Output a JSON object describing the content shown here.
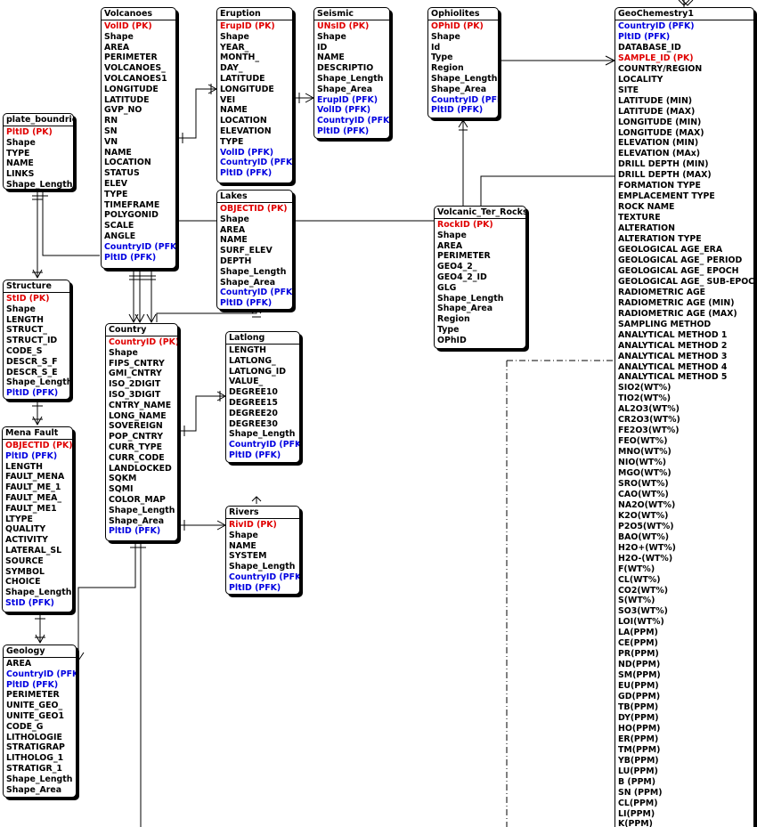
{
  "entities": {
    "plate_boundries": {
      "title": "plate_boundries",
      "fields": [
        {
          "text": "PltID (PK)",
          "kind": "pk"
        },
        {
          "text": "Shape",
          "kind": ""
        },
        {
          "text": "TYPE",
          "kind": ""
        },
        {
          "text": "NAME",
          "kind": ""
        },
        {
          "text": "LINKS",
          "kind": ""
        },
        {
          "text": "Shape_Length",
          "kind": ""
        }
      ]
    },
    "structure": {
      "title": "Structure",
      "fields": [
        {
          "text": "StID (PK)",
          "kind": "pk"
        },
        {
          "text": "Shape",
          "kind": ""
        },
        {
          "text": "LENGTH",
          "kind": ""
        },
        {
          "text": "STRUCT_",
          "kind": ""
        },
        {
          "text": "STRUCT_ID",
          "kind": ""
        },
        {
          "text": "CODE_S",
          "kind": ""
        },
        {
          "text": "DESCR_S_F",
          "kind": ""
        },
        {
          "text": "DESCR_S_E",
          "kind": ""
        },
        {
          "text": "Shape_Length",
          "kind": ""
        },
        {
          "text": "PltID (PFK)",
          "kind": "fk"
        }
      ]
    },
    "mena_fault": {
      "title": "Mena Fault",
      "fields": [
        {
          "text": "OBJECTID (PK)",
          "kind": "pk"
        },
        {
          "text": "PltID (PFK)",
          "kind": "fk"
        },
        {
          "text": "LENGTH",
          "kind": ""
        },
        {
          "text": "FAULT_MENA",
          "kind": ""
        },
        {
          "text": "FAULT_ME_1",
          "kind": ""
        },
        {
          "text": "FAULT_MEA_",
          "kind": ""
        },
        {
          "text": "FAULT_ME1",
          "kind": ""
        },
        {
          "text": "LTYPE",
          "kind": ""
        },
        {
          "text": "QUALITY",
          "kind": ""
        },
        {
          "text": "ACTIVITY",
          "kind": ""
        },
        {
          "text": "LATERAL_SL",
          "kind": ""
        },
        {
          "text": "SOURCE",
          "kind": ""
        },
        {
          "text": "SYMBOL",
          "kind": ""
        },
        {
          "text": "CHOICE",
          "kind": ""
        },
        {
          "text": "Shape_Length",
          "kind": ""
        },
        {
          "text": "StID (PFK)",
          "kind": "fk"
        }
      ]
    },
    "geology": {
      "title": "Geology",
      "fields": [
        {
          "text": "AREA",
          "kind": ""
        },
        {
          "text": "CountryID (PFK)",
          "kind": "fk"
        },
        {
          "text": "PltID (PFK)",
          "kind": "fk"
        },
        {
          "text": "PERIMETER",
          "kind": ""
        },
        {
          "text": "UNITE_GEO_",
          "kind": ""
        },
        {
          "text": "UNITE_GEO1",
          "kind": ""
        },
        {
          "text": "CODE_G",
          "kind": ""
        },
        {
          "text": "LITHOLOGIE",
          "kind": ""
        },
        {
          "text": "STRATIGRAP",
          "kind": ""
        },
        {
          "text": "LITHOLOG_1",
          "kind": ""
        },
        {
          "text": "STRATIGR_1",
          "kind": ""
        },
        {
          "text": "Shape_Length",
          "kind": ""
        },
        {
          "text": "Shape_Area",
          "kind": ""
        }
      ]
    },
    "volcanoes": {
      "title": "Volcanoes",
      "fields": [
        {
          "text": "VolID (PK)",
          "kind": "pk"
        },
        {
          "text": "Shape",
          "kind": ""
        },
        {
          "text": "AREA",
          "kind": ""
        },
        {
          "text": "PERIMETER",
          "kind": ""
        },
        {
          "text": "VOLCANOES_",
          "kind": ""
        },
        {
          "text": "VOLCANOES1",
          "kind": ""
        },
        {
          "text": "LONGITUDE",
          "kind": ""
        },
        {
          "text": "LATITUDE",
          "kind": ""
        },
        {
          "text": "GVP_NO",
          "kind": ""
        },
        {
          "text": "RN",
          "kind": ""
        },
        {
          "text": "SN",
          "kind": ""
        },
        {
          "text": "VN",
          "kind": ""
        },
        {
          "text": "NAME",
          "kind": ""
        },
        {
          "text": "LOCATION",
          "kind": ""
        },
        {
          "text": "STATUS",
          "kind": ""
        },
        {
          "text": "ELEV",
          "kind": ""
        },
        {
          "text": "TYPE",
          "kind": ""
        },
        {
          "text": "TIMEFRAME",
          "kind": ""
        },
        {
          "text": "POLYGONID",
          "kind": ""
        },
        {
          "text": "SCALE",
          "kind": ""
        },
        {
          "text": "ANGLE",
          "kind": ""
        },
        {
          "text": "CountryID (PFK)",
          "kind": "fk"
        },
        {
          "text": "PltID (PFK)",
          "kind": "fk"
        }
      ]
    },
    "country": {
      "title": "Country",
      "fields": [
        {
          "text": "CountryID (PK)",
          "kind": "pk"
        },
        {
          "text": "Shape",
          "kind": ""
        },
        {
          "text": "FIPS_CNTRY",
          "kind": ""
        },
        {
          "text": "GMI_CNTRY",
          "kind": ""
        },
        {
          "text": "ISO_2DIGIT",
          "kind": ""
        },
        {
          "text": "ISO_3DIGIT",
          "kind": ""
        },
        {
          "text": "CNTRY_NAME",
          "kind": ""
        },
        {
          "text": "LONG_NAME",
          "kind": ""
        },
        {
          "text": "SOVEREIGN",
          "kind": ""
        },
        {
          "text": "POP_CNTRY",
          "kind": ""
        },
        {
          "text": "CURR_TYPE",
          "kind": ""
        },
        {
          "text": "CURR_CODE",
          "kind": ""
        },
        {
          "text": "LANDLOCKED",
          "kind": ""
        },
        {
          "text": "SQKM",
          "kind": ""
        },
        {
          "text": "SQMI",
          "kind": ""
        },
        {
          "text": "COLOR_MAP",
          "kind": ""
        },
        {
          "text": "Shape_Length",
          "kind": ""
        },
        {
          "text": "Shape_Area",
          "kind": ""
        },
        {
          "text": "PltID (PFK)",
          "kind": "fk"
        }
      ]
    },
    "eruption": {
      "title": "Eruption",
      "fields": [
        {
          "text": "ErupID (PK)",
          "kind": "pk"
        },
        {
          "text": "Shape",
          "kind": ""
        },
        {
          "text": "YEAR_",
          "kind": ""
        },
        {
          "text": "MONTH_",
          "kind": ""
        },
        {
          "text": "DAY_",
          "kind": ""
        },
        {
          "text": "LATITUDE",
          "kind": ""
        },
        {
          "text": "LONGITUDE",
          "kind": ""
        },
        {
          "text": "VEI",
          "kind": ""
        },
        {
          "text": "NAME",
          "kind": ""
        },
        {
          "text": "LOCATION",
          "kind": ""
        },
        {
          "text": "ELEVATION",
          "kind": ""
        },
        {
          "text": "TYPE",
          "kind": ""
        },
        {
          "text": "VolID (PFK)",
          "kind": "fk"
        },
        {
          "text": "CountryID (PFK)",
          "kind": "fk"
        },
        {
          "text": "PltID (PFK)",
          "kind": "fk"
        }
      ]
    },
    "lakes": {
      "title": "Lakes",
      "fields": [
        {
          "text": "OBJECTID (PK)",
          "kind": "pk"
        },
        {
          "text": "Shape",
          "kind": ""
        },
        {
          "text": "AREA",
          "kind": ""
        },
        {
          "text": "NAME",
          "kind": ""
        },
        {
          "text": "SURF_ELEV",
          "kind": ""
        },
        {
          "text": "DEPTH",
          "kind": ""
        },
        {
          "text": "Shape_Length",
          "kind": ""
        },
        {
          "text": "Shape_Area",
          "kind": ""
        },
        {
          "text": "CountryID (PFK)",
          "kind": "fk"
        },
        {
          "text": "PltID (PFK)",
          "kind": "fk"
        }
      ]
    },
    "latlong": {
      "title": "Latlong",
      "fields": [
        {
          "text": "LENGTH",
          "kind": ""
        },
        {
          "text": "LATLONG_",
          "kind": ""
        },
        {
          "text": "LATLONG_ID",
          "kind": ""
        },
        {
          "text": "VALUE_",
          "kind": ""
        },
        {
          "text": "DEGREE10",
          "kind": ""
        },
        {
          "text": "DEGREE15",
          "kind": ""
        },
        {
          "text": "DEGREE20",
          "kind": ""
        },
        {
          "text": "DEGREE30",
          "kind": ""
        },
        {
          "text": "Shape_Length",
          "kind": ""
        },
        {
          "text": "CountryID (PFK)",
          "kind": "fk"
        },
        {
          "text": "PltID (PFK)",
          "kind": "fk"
        }
      ]
    },
    "rivers": {
      "title": "Rivers",
      "fields": [
        {
          "text": "RivID (PK)",
          "kind": "pk"
        },
        {
          "text": "Shape",
          "kind": ""
        },
        {
          "text": "NAME",
          "kind": ""
        },
        {
          "text": "SYSTEM",
          "kind": ""
        },
        {
          "text": "Shape_Length",
          "kind": ""
        },
        {
          "text": "CountryID (PFK)",
          "kind": "fk"
        },
        {
          "text": "PltID (PFK)",
          "kind": "fk"
        }
      ]
    },
    "seismic": {
      "title": "Seismic",
      "fields": [
        {
          "text": "UNsID (PK)",
          "kind": "pk"
        },
        {
          "text": "Shape",
          "kind": ""
        },
        {
          "text": "ID",
          "kind": ""
        },
        {
          "text": "NAME",
          "kind": ""
        },
        {
          "text": "DESCRIPTIO",
          "kind": ""
        },
        {
          "text": "Shape_Length",
          "kind": ""
        },
        {
          "text": "Shape_Area",
          "kind": ""
        },
        {
          "text": "ErupID (PFK)",
          "kind": "fk"
        },
        {
          "text": "VolID (PFK)",
          "kind": "fk"
        },
        {
          "text": "CountryID (PFK)",
          "kind": "fk"
        },
        {
          "text": "PltID (PFK)",
          "kind": "fk"
        }
      ]
    },
    "ophiolites": {
      "title": "Ophiolites",
      "fields": [
        {
          "text": "OPhID (PK)",
          "kind": "pk"
        },
        {
          "text": "Shape",
          "kind": ""
        },
        {
          "text": "Id",
          "kind": ""
        },
        {
          "text": "Type",
          "kind": ""
        },
        {
          "text": "Region",
          "kind": ""
        },
        {
          "text": "Shape_Length",
          "kind": ""
        },
        {
          "text": "Shape_Area",
          "kind": ""
        },
        {
          "text": "CountryID (PFK)",
          "kind": "fk"
        },
        {
          "text": "PltID (PFK)",
          "kind": "fk"
        }
      ]
    },
    "volcanic_ter_rocks": {
      "title": "Volcanic_Ter_Rocks",
      "fields": [
        {
          "text": "RockID (PK)",
          "kind": "pk"
        },
        {
          "text": "Shape",
          "kind": ""
        },
        {
          "text": "AREA",
          "kind": ""
        },
        {
          "text": "PERIMETER",
          "kind": ""
        },
        {
          "text": "GEO4_2_",
          "kind": ""
        },
        {
          "text": "GEO4_2_ID",
          "kind": ""
        },
        {
          "text": "GLG",
          "kind": ""
        },
        {
          "text": "Shape_Length",
          "kind": ""
        },
        {
          "text": "Shape_Area",
          "kind": ""
        },
        {
          "text": "Region",
          "kind": ""
        },
        {
          "text": "Type",
          "kind": ""
        },
        {
          "text": "OPhID",
          "kind": ""
        }
      ]
    },
    "geochemistry1": {
      "title": "GeoChemestry1",
      "fields": [
        {
          "text": "CountryID (PFK)",
          "kind": "fk"
        },
        {
          "text": "PltID (PFK)",
          "kind": "fk"
        },
        {
          "text": "DATABASE_ID",
          "kind": ""
        },
        {
          "text": "SAMPLE_ID (PK)",
          "kind": "pk"
        },
        {
          "text": "COUNTRY/REGION",
          "kind": ""
        },
        {
          "text": "LOCALITY",
          "kind": ""
        },
        {
          "text": "SITE",
          "kind": ""
        },
        {
          "text": "LATITUDE (MIN)",
          "kind": ""
        },
        {
          "text": "LATITUDE (MAX)",
          "kind": ""
        },
        {
          "text": "LONGITUDE (MIN)",
          "kind": ""
        },
        {
          "text": "LONGITUDE (MAX)",
          "kind": ""
        },
        {
          "text": "ELEVATION (MIN)",
          "kind": ""
        },
        {
          "text": "ELEVATION (MAx)",
          "kind": ""
        },
        {
          "text": "DRILL DEPTH (MIN)",
          "kind": ""
        },
        {
          "text": "DRILL DEPTH (MAX)",
          "kind": ""
        },
        {
          "text": "FORMATION TYPE",
          "kind": ""
        },
        {
          "text": "EMPLACEMENT TYPE",
          "kind": ""
        },
        {
          "text": "ROCK NAME",
          "kind": ""
        },
        {
          "text": "TEXTURE",
          "kind": ""
        },
        {
          "text": "ALTERATION",
          "kind": ""
        },
        {
          "text": "ALTERATION TYPE",
          "kind": ""
        },
        {
          "text": "GEOLOGICAL AGE_ERA",
          "kind": ""
        },
        {
          "text": "GEOLOGICAL AGE_ PERIOD",
          "kind": ""
        },
        {
          "text": "GEOLOGICAL AGE_ EPOCH",
          "kind": ""
        },
        {
          "text": "GEOLOGICAL AGE_ SUB-EPOCH",
          "kind": ""
        },
        {
          "text": "RADIOMETRIC AGE",
          "kind": ""
        },
        {
          "text": "RADIOMETRIC AGE (MIN)",
          "kind": ""
        },
        {
          "text": "RADIOMETRIC AGE (MAX)",
          "kind": ""
        },
        {
          "text": "SAMPLING METHOD",
          "kind": ""
        },
        {
          "text": "ANALYTICAL METHOD 1",
          "kind": ""
        },
        {
          "text": "ANALYTICAL METHOD 2",
          "kind": ""
        },
        {
          "text": "ANALYTICAL METHOD 3",
          "kind": ""
        },
        {
          "text": "ANALYTICAL METHOD 4",
          "kind": ""
        },
        {
          "text": "ANALYTICAL METHOD 5",
          "kind": ""
        },
        {
          "text": "SIO2(WT%)",
          "kind": ""
        },
        {
          "text": "TIO2(WT%)",
          "kind": ""
        },
        {
          "text": "AL2O3(WT%)",
          "kind": ""
        },
        {
          "text": "CR2O3(WT%)",
          "kind": ""
        },
        {
          "text": "FE2O3(WT%)",
          "kind": ""
        },
        {
          "text": "FEO(WT%)",
          "kind": ""
        },
        {
          "text": "MNO(WT%)",
          "kind": ""
        },
        {
          "text": "NIO(WT%)",
          "kind": ""
        },
        {
          "text": "MGO(WT%)",
          "kind": ""
        },
        {
          "text": "SRO(WT%)",
          "kind": ""
        },
        {
          "text": "CAO(WT%)",
          "kind": ""
        },
        {
          "text": "NA2O(WT%)",
          "kind": ""
        },
        {
          "text": "K2O(WT%)",
          "kind": ""
        },
        {
          "text": "P2O5(WT%)",
          "kind": ""
        },
        {
          "text": "BAO(WT%)",
          "kind": ""
        },
        {
          "text": "H2O+(WT%)",
          "kind": ""
        },
        {
          "text": "H2O-(WT%)",
          "kind": ""
        },
        {
          "text": "F(WT%)",
          "kind": ""
        },
        {
          "text": "CL(WT%)",
          "kind": ""
        },
        {
          "text": "CO2(WT%)",
          "kind": ""
        },
        {
          "text": "S(WT%)",
          "kind": ""
        },
        {
          "text": "SO3(WT%)",
          "kind": ""
        },
        {
          "text": "LOI(WT%)",
          "kind": ""
        },
        {
          "text": "LA(PPM)",
          "kind": ""
        },
        {
          "text": "CE(PPM)",
          "kind": ""
        },
        {
          "text": "PR(PPM)",
          "kind": ""
        },
        {
          "text": "ND(PPM)",
          "kind": ""
        },
        {
          "text": "SM(PPM)",
          "kind": ""
        },
        {
          "text": "EU(PPM)",
          "kind": ""
        },
        {
          "text": "GD(PPM)",
          "kind": ""
        },
        {
          "text": "TB(PPM)",
          "kind": ""
        },
        {
          "text": "DY(PPM)",
          "kind": ""
        },
        {
          "text": "HO(PPM)",
          "kind": ""
        },
        {
          "text": "ER(PPM)",
          "kind": ""
        },
        {
          "text": "TM(PPM)",
          "kind": ""
        },
        {
          "text": "YB(PPM)",
          "kind": ""
        },
        {
          "text": "LU(PPM)",
          "kind": ""
        },
        {
          "text": "B (PPM)",
          "kind": ""
        },
        {
          "text": "SN (PPM)",
          "kind": ""
        },
        {
          "text": "CL(PPM)",
          "kind": ""
        },
        {
          "text": "LI(PPM)",
          "kind": ""
        },
        {
          "text": "K(PPM)",
          "kind": ""
        }
      ]
    }
  },
  "colors": {
    "pk": "#e00000",
    "fk": "#0000e0",
    "text": "#000000",
    "line": "#000000"
  }
}
